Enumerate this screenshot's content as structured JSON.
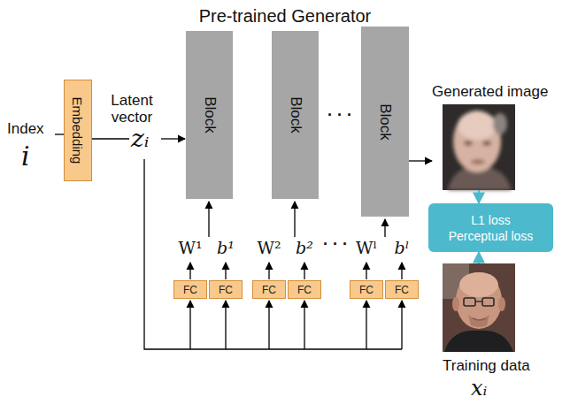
{
  "diagram": {
    "title": "Pre-trained Generator",
    "nodes": [
      {
        "text": [
          "Embedding"
        ]
      },
      {
        "text": [
          "Block"
        ]
      },
      {
        "text": [
          "Block"
        ]
      },
      {
        "text": [
          "Block"
        ]
      },
      {
        "text": [
          "FC"
        ]
      },
      {
        "text": [
          "FC"
        ]
      },
      {
        "text": [
          "FC"
        ]
      },
      {
        "text": [
          "FC"
        ]
      },
      {
        "text": [
          "FC"
        ]
      },
      {
        "text": [
          "FC"
        ]
      },
      {
        "text": [
          "Generated image"
        ]
      },
      {
        "text": [
          "L1 loss Perceptual loss"
        ]
      },
      {
        "text": [
          "Training data",
          "xᵢ"
        ]
      }
    ],
    "edges": [
      {
        "from": 3,
        "to": 10,
        "arrow": "to"
      },
      {
        "from": 10,
        "to": 11,
        "arrow": "to"
      },
      {
        "from": 12,
        "to": 11,
        "arrow": "to"
      }
    ],
    "labels": [
      "Index",
      "i",
      "Latent vector",
      "zᵢ",
      "· · ·",
      "W¹",
      "b¹",
      "W²",
      "b²",
      "· · ·",
      "Wˡ",
      "bˡ"
    ]
  }
}
